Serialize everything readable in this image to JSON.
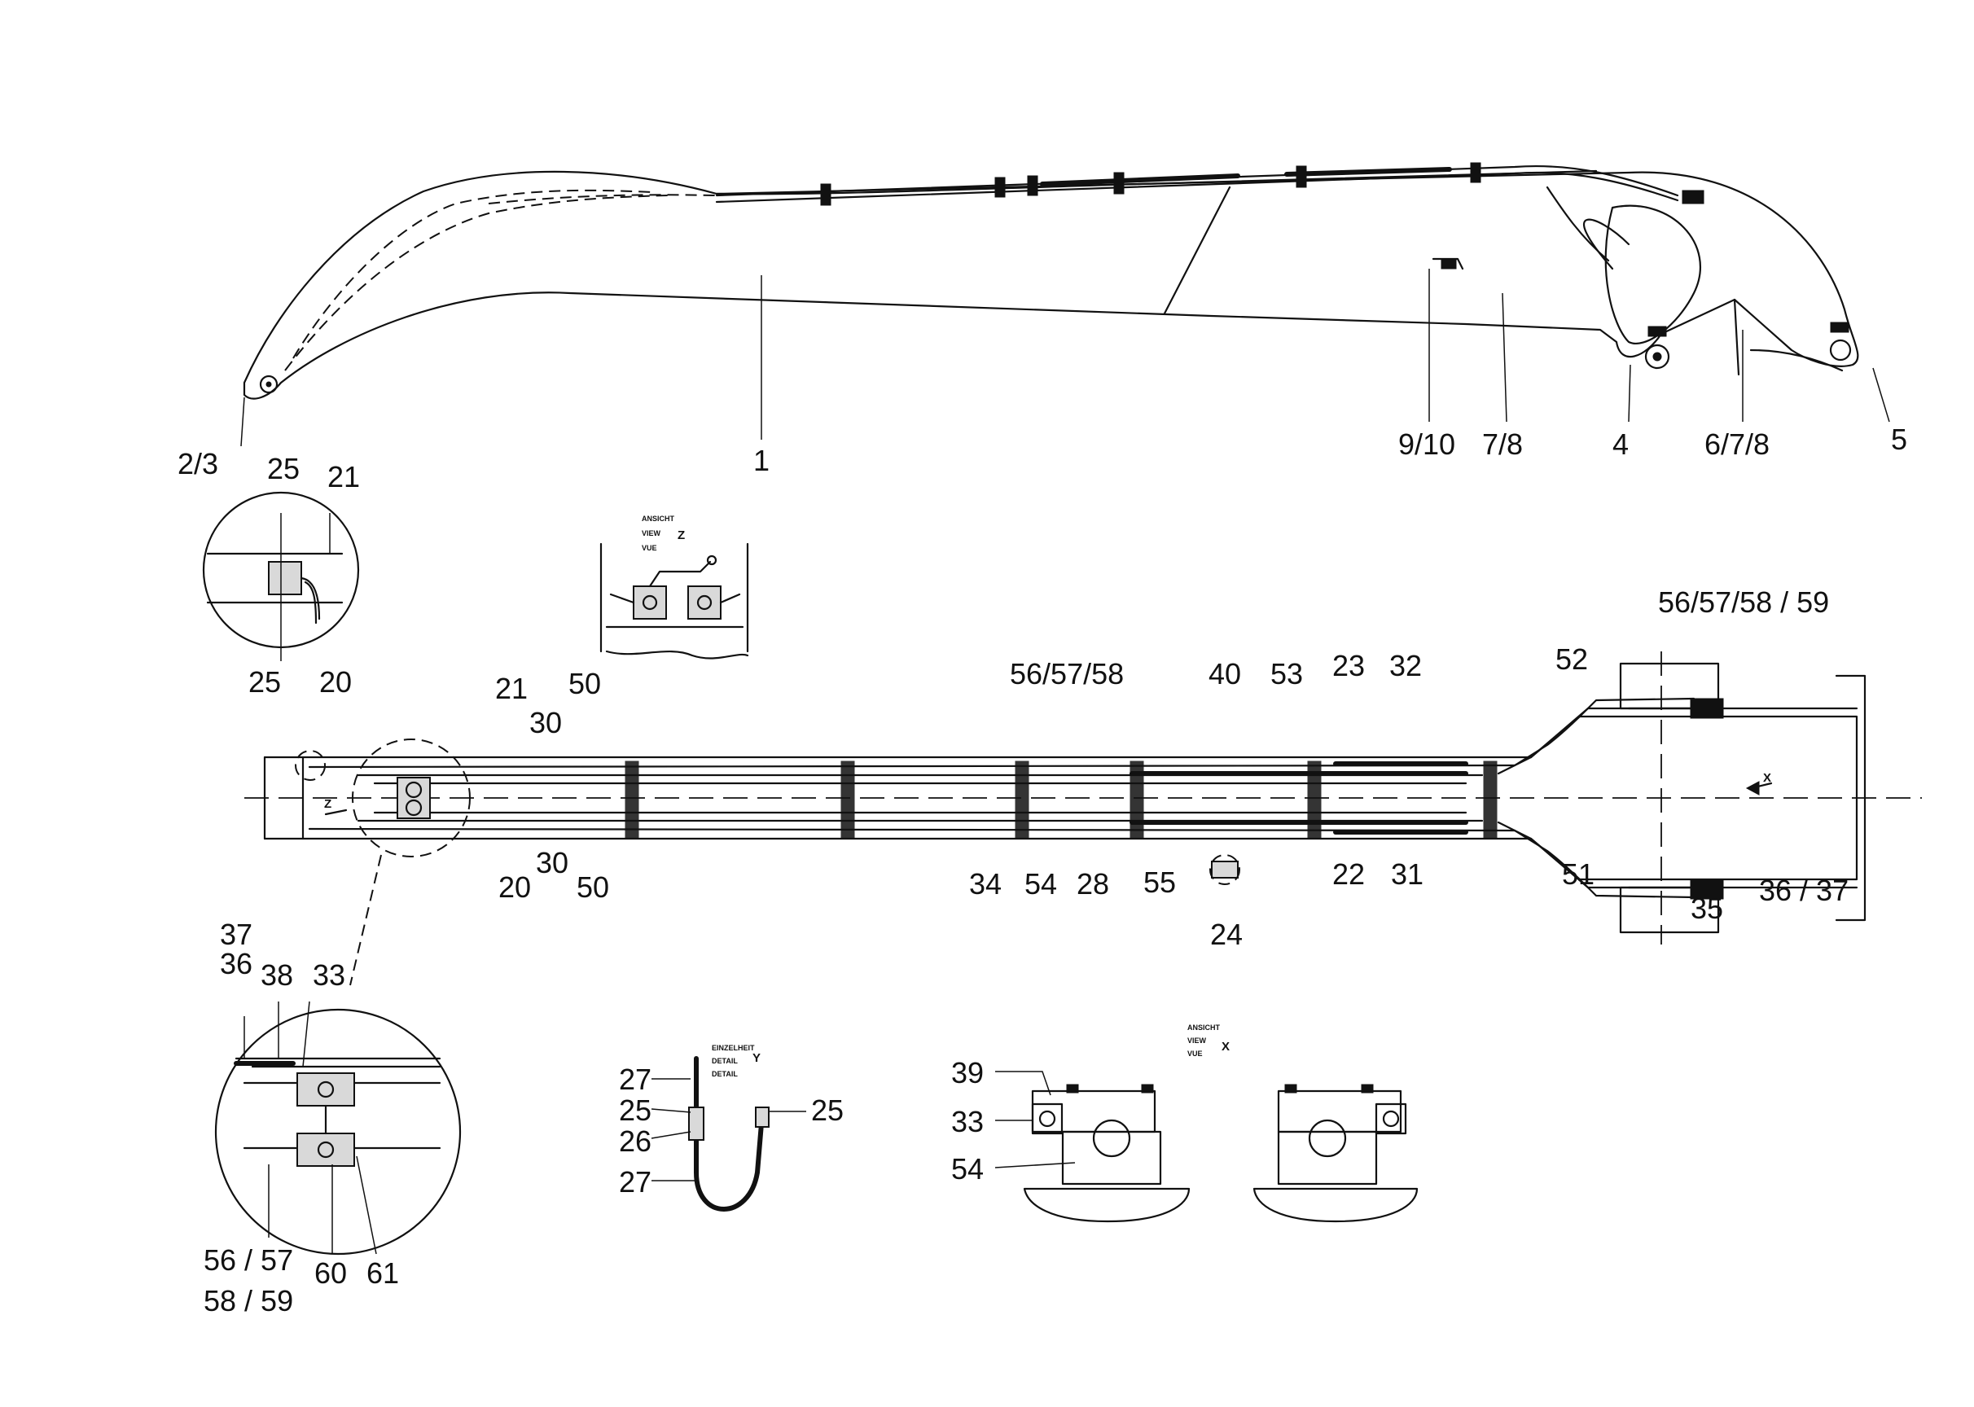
{
  "view_z": {
    "line1": "ANSICHT",
    "line2": "VIEW",
    "line3": "VUE",
    "letter": "Z"
  },
  "view_x": {
    "line1": "ANSICHT",
    "line2": "VIEW",
    "line3": "VUE",
    "letter": "X"
  },
  "detail_y": {
    "line1": "EINZELHEIT",
    "line2": "DETAIL",
    "line3": "DETAIL",
    "letter": "Y"
  },
  "markers": {
    "x": "X",
    "z": "Z"
  },
  "labels": {
    "l_2_3": "2/3",
    "l_1": "1",
    "l_9_10": "9/10",
    "l_7_8": "7/8",
    "l_4": "4",
    "l_6_7_8": "6/7/8",
    "l_5": "5",
    "d1_25a": "25",
    "d1_21": "21",
    "d1_25b": "25",
    "d1_20": "20",
    "m_21": "21",
    "m_30a": "30",
    "m_50a": "50",
    "m_20": "20",
    "m_30b": "30",
    "m_50b": "50",
    "m_56_57_58": "56/57/58",
    "m_40": "40",
    "m_53": "53",
    "m_23": "23",
    "m_32": "32",
    "m_52": "52",
    "m_56_57_58_59": "56/57/58 / 59",
    "m_34": "34",
    "m_54": "54",
    "m_28": "28",
    "m_55": "55",
    "m_24": "24",
    "m_22": "22",
    "m_31": "31",
    "m_51": "51",
    "m_35": "35",
    "m_36_37": "36 / 37",
    "c_37": "37",
    "c_36": "36",
    "c_38": "38",
    "c_33": "33",
    "c_56_57": "56 / 57",
    "c_58_59": "58 / 59",
    "c_60": "60",
    "c_61": "61",
    "y_27a": "27",
    "y_25a": "25",
    "y_26": "26",
    "y_27b": "27",
    "y_25b": "25",
    "x_39": "39",
    "x_33": "33",
    "x_54": "54"
  }
}
